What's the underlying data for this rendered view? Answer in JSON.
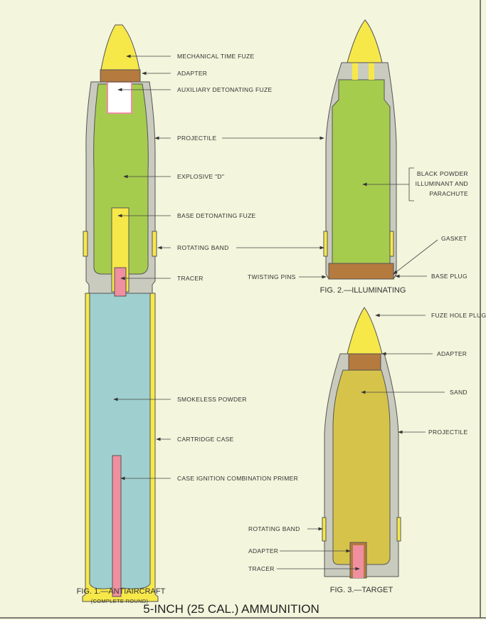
{
  "title": "5-INCH (25 CAL.) AMMUNITION",
  "fig1": {
    "caption": "FIG. 1.—ANTIAIRCRAFT",
    "subcaption": "(COMPLETE ROUND)",
    "labels": [
      "MECHANICAL TIME FUZE",
      "ADAPTER",
      "AUXILIARY DETONATING FUZE",
      "PROJECTILE",
      "EXPLOSIVE \"D\"",
      "BASE DETONATING FUZE",
      "ROTATING BAND",
      "TRACER",
      "SMOKELESS POWDER",
      "CARTRIDGE CASE",
      "CASE IGNITION COMBINATION PRIMER"
    ]
  },
  "fig2": {
    "caption": "FIG. 2.—ILLUMINATING",
    "labels": [
      "BLACK POWDER",
      "ILLUMINANT AND",
      "PARACHUTE",
      "GASKET",
      "TWISTING PINS",
      "BASE PLUG"
    ]
  },
  "fig3": {
    "caption": "FIG. 3.—TARGET",
    "labels": [
      "FUZE HOLE PLUG",
      "ADAPTER",
      "SAND",
      "PROJECTILE",
      "ROTATING BAND",
      "ADAPTER",
      "TRACER"
    ]
  },
  "colors": {
    "background": "#f3f5dc",
    "steel": "#c9cbbf",
    "explosive": "#a6cc4e",
    "fuze": "#f7e84a",
    "adapter": "#b47a3e",
    "powder": "#9fd0cf",
    "tracer": "#ef8fa0",
    "sand": "#d6c44a"
  }
}
